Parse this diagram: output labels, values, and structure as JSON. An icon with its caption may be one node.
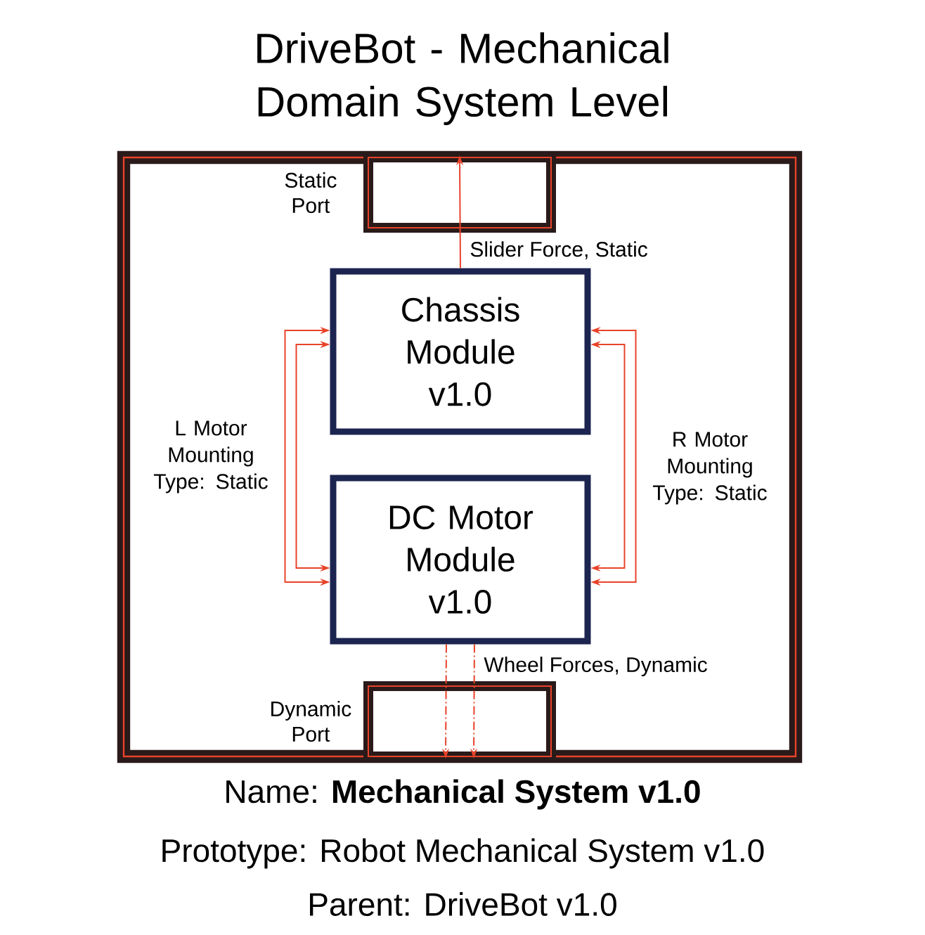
{
  "diagram": {
    "title": "DriveBot - Mechanical Domain System Level",
    "nodes": [
      {
        "text": [],
        "shape": "box"
      },
      {
        "text": [
          "Static Port"
        ],
        "in": 0
      },
      {
        "text": [
          "Chassis Module v1.0"
        ],
        "in": 0
      },
      {
        "text": [
          "DC Motor Module v1.0"
        ],
        "in": 0
      },
      {
        "text": [
          "Dynamic Port"
        ],
        "in": 0
      }
    ],
    "edges": [
      {
        "from": 2,
        "to": 1,
        "arrow": "to",
        "label": "Slider Force, Static"
      },
      {
        "from": 2,
        "to": 3,
        "arrow": "both",
        "label": "L Motor Mounting Type: Static"
      },
      {
        "from": 2,
        "to": 3,
        "arrow": "both"
      },
      {
        "from": 2,
        "to": 3,
        "arrow": "both",
        "label": "R Motor Mounting Type: Static"
      },
      {
        "from": 2,
        "to": 3,
        "arrow": "both"
      },
      {
        "from": 3,
        "to": 4,
        "arrow": "to",
        "style": "dashed"
      },
      {
        "from": 3,
        "to": 4,
        "arrow": "to",
        "style": "dashed",
        "label": "Wheel Forces, Dynamic"
      }
    ],
    "labels": [
      "Name: **Mechanical System v1.0**",
      "Prototype: Robot Mechanical System v1.0",
      "Parent: DriveBot v1.0"
    ]
  }
}
